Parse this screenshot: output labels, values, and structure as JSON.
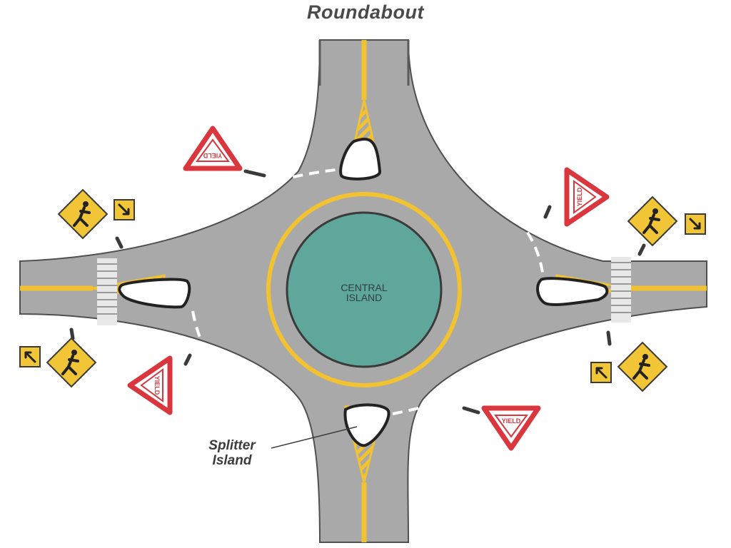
{
  "title": "Roundabout",
  "central_island_label": {
    "line1": "CENTRAL",
    "line2": "ISLAND"
  },
  "callout": {
    "line1": "Splitter",
    "line2": "Island"
  },
  "yield_sign_text": "YIELD",
  "colors": {
    "road": "#a9a9a9",
    "road_edge": "#5a5a5a",
    "yellow": "#f2c230",
    "central_island": "#5fa79a",
    "yield_red": "#d9363e",
    "ped_sign": "#f1c535",
    "background": "#ffffff"
  },
  "icons": [
    "yield-sign-icon",
    "pedestrian-crossing-sign-icon",
    "arrow-down-left-plaque-icon"
  ]
}
